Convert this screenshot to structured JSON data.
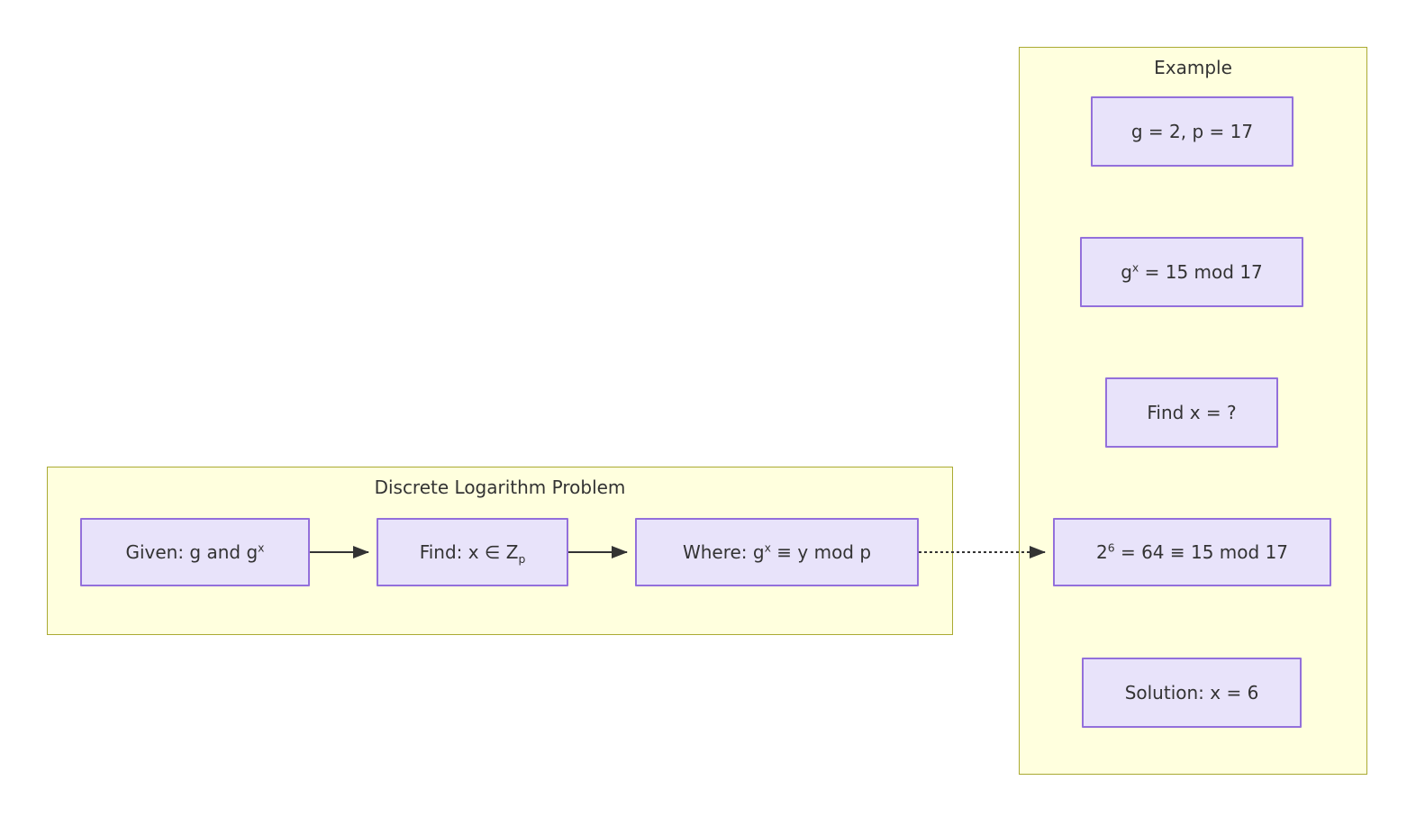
{
  "diagram": {
    "type": "flowchart",
    "background": "#ffffff",
    "subgraph_fill": "#ffffde",
    "subgraph_stroke": "#aaaa33",
    "node_fill": "#e8e3fa",
    "node_stroke": "#9370db",
    "text_color": "#333333",
    "edge_color": "#333333"
  },
  "left_group": {
    "title": "Discrete Logarithm Problem",
    "nodes": [
      {
        "id": "given",
        "text_html": "Given: g and g<sup>x</sup>",
        "text": "Given: g and gx"
      },
      {
        "id": "find",
        "text_html": "Find: x &#8712; Z<sub>p</sub>",
        "text": "Find: x ∈ Zp"
      },
      {
        "id": "where",
        "text_html": "Where: g<sup>x</sup> &#8801; y mod p",
        "text": "Where: gx ≡ y mod p"
      }
    ]
  },
  "right_group": {
    "title": "Example",
    "nodes": [
      {
        "id": "params",
        "text_html": "g = 2, p = 17",
        "text": "g = 2, p = 17"
      },
      {
        "id": "equation",
        "text_html": "g<sup>x</sup> = 15 mod 17",
        "text": "gx = 15 mod 17"
      },
      {
        "id": "question",
        "text_html": "Find x = ?",
        "text": "Find x = ?"
      },
      {
        "id": "compute",
        "text_html": "2<sup>6</sup> = 64 &#8801; 15 mod 17",
        "text": "26 = 64 ≡ 15 mod 17"
      },
      {
        "id": "solution",
        "text_html": "Solution: x = 6",
        "text": "Solution: x = 6"
      }
    ]
  },
  "edges": [
    {
      "from": "given",
      "to": "find",
      "style": "solid",
      "arrow": "triangle",
      "label": ""
    },
    {
      "from": "find",
      "to": "where",
      "style": "solid",
      "arrow": "triangle",
      "label": ""
    },
    {
      "from": "where",
      "to": "compute",
      "style": "dotted",
      "arrow": "triangle",
      "label": ""
    }
  ]
}
